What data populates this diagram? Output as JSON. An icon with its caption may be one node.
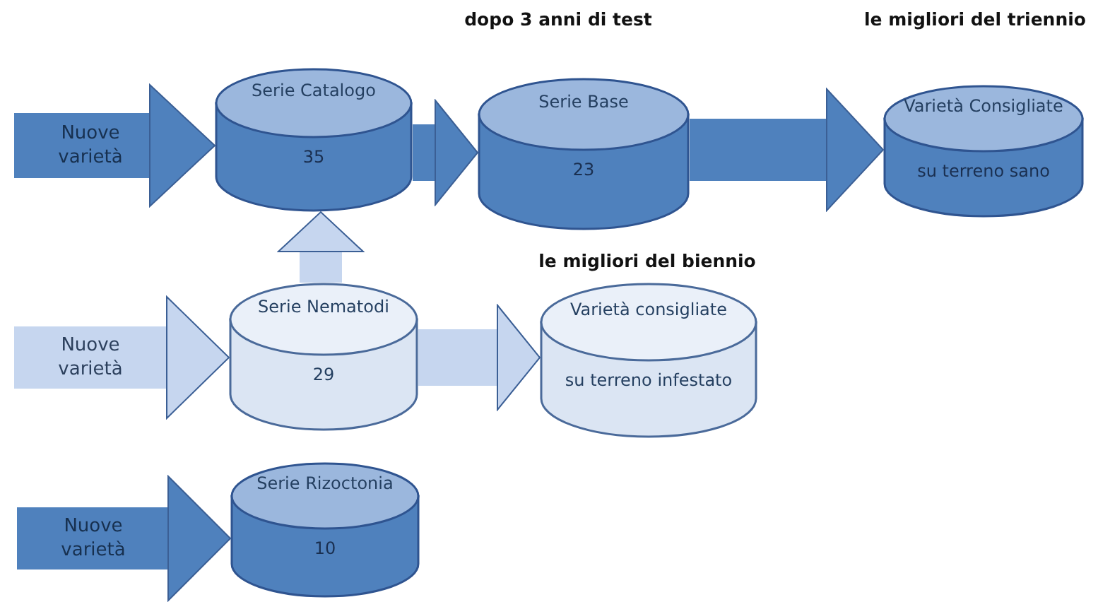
{
  "diagram": {
    "nodes": [
      {
        "text": [
          "Serie Catalogo",
          "35"
        ]
      },
      {
        "text": [
          "Serie Base",
          "23"
        ],
        "beside": [
          "dopo 3 anni di test"
        ]
      },
      {
        "text": [
          "Varietà Consigliate",
          "su terreno sano"
        ],
        "beside": [
          "le migliori del triennio"
        ]
      },
      {
        "text": [
          "Serie Nematodi",
          "29"
        ]
      },
      {
        "text": [
          "Varietà consigliate",
          "su terreno infestato"
        ],
        "beside": [
          "le migliori del biennio"
        ]
      },
      {
        "text": [
          "Serie Rizoctonia",
          "10"
        ]
      }
    ],
    "edges": [
      {
        "from": null,
        "to": 0,
        "arrow": "to",
        "label": "Nuove varietà"
      },
      {
        "from": 0,
        "to": 1,
        "arrow": "to"
      },
      {
        "from": 1,
        "to": 2,
        "arrow": "to"
      },
      {
        "from": null,
        "to": 3,
        "arrow": "to",
        "label": "Nuove varietà",
        "color": "#c6d6ef"
      },
      {
        "from": 3,
        "to": 0,
        "arrow": "to",
        "color": "#c6d6ef"
      },
      {
        "from": 3,
        "to": 4,
        "arrow": "to",
        "color": "#c6d6ef"
      },
      {
        "from": null,
        "to": 5,
        "arrow": "to",
        "label": "Nuove varietà"
      }
    ]
  }
}
